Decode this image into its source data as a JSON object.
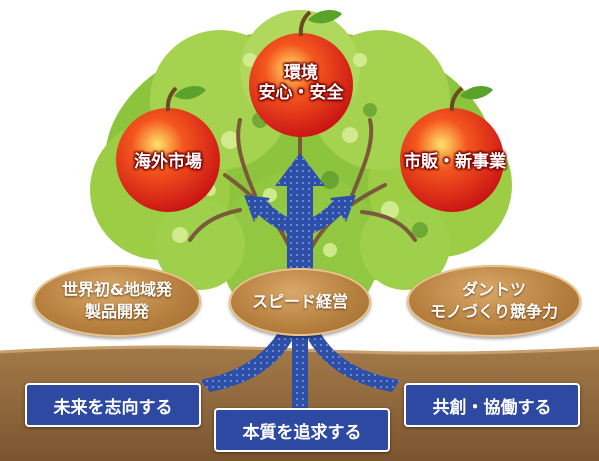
{
  "apples": {
    "top": {
      "line1": "環境",
      "line2": "安心・安全"
    },
    "left": "海外市場",
    "right": "市販・新事業"
  },
  "ovals": {
    "left": {
      "line1": "世界初&地域発",
      "line2": "製品開発"
    },
    "center": "スピード経営",
    "right": {
      "line1": "ダントツ",
      "line2": "モノづくり競争力"
    }
  },
  "roots": {
    "left": "未来を志向する",
    "center": "本質を追求する",
    "right": "共創・協働する"
  },
  "colors": {
    "leaf_light": "#b5d85a",
    "leaf_dark": "#5fa02f",
    "apple_red": "#e8231b",
    "branch": "#7a5a3a",
    "arrow_blue": "#2e4fa8",
    "soil": "#8a6336",
    "oval_brown": "#b7803f",
    "root_box": "#2e49a2"
  }
}
